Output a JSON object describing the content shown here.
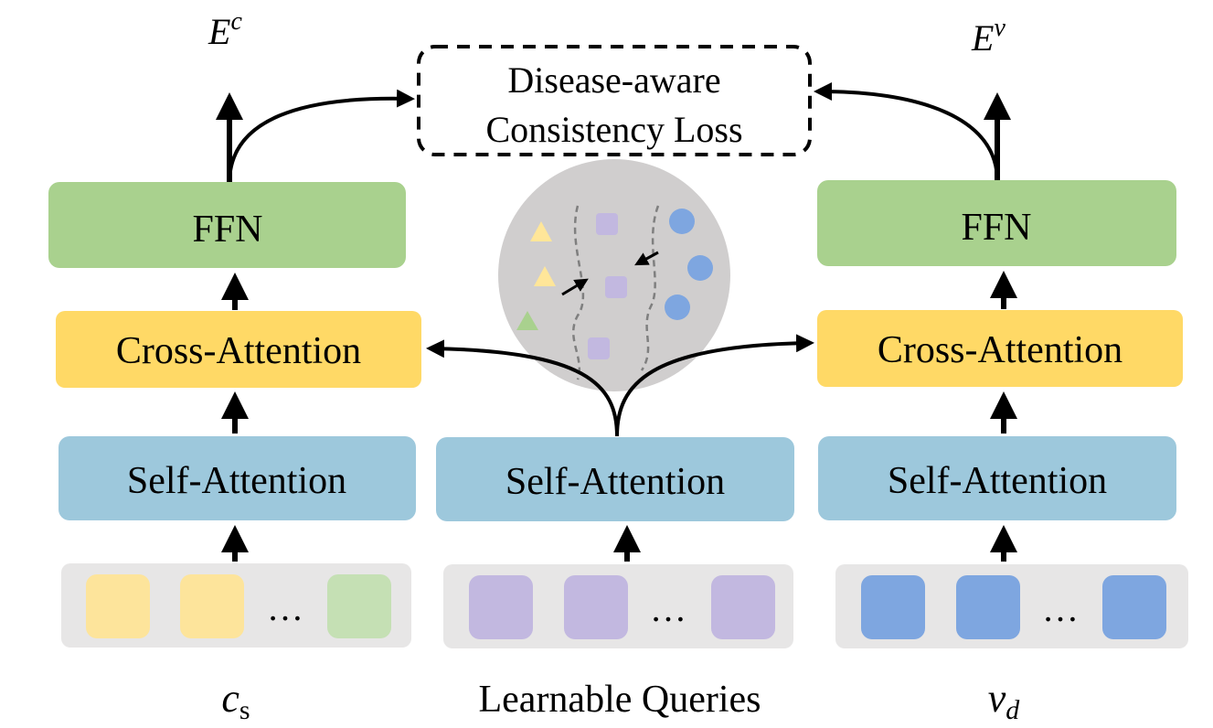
{
  "loss": {
    "line1": "Disease-aware",
    "line2": "Consistency Loss"
  },
  "left_column": {
    "output_symbol": "E",
    "output_superscript": "c",
    "ffn": "FFN",
    "cross_attention": "Cross-Attention",
    "self_attention": "Self-Attention",
    "ellipsis": "…",
    "input_label_main": "c",
    "input_label_sub": "s",
    "token_colors": [
      "#fde49b",
      "#fde49b",
      "#c5e0b4"
    ]
  },
  "middle_column": {
    "self_attention": "Self-Attention",
    "ellipsis": "…",
    "input_label": "Learnable Queries",
    "token_colors": [
      "#c2b8e0",
      "#c2b8e0",
      "#c2b8e0"
    ]
  },
  "right_column": {
    "output_symbol": "E",
    "output_superscript": "v",
    "ffn": "FFN",
    "cross_attention": "Cross-Attention",
    "self_attention": "Self-Attention",
    "ellipsis": "…",
    "input_label_main": "v",
    "input_label_sub": "d",
    "token_colors": [
      "#7ea6e0",
      "#7ea6e0",
      "#7ea6e0"
    ]
  },
  "colors": {
    "ffn": "#a9d18e",
    "cross_attention": "#ffd966",
    "self_attention": "#9dc8dc",
    "token_bar": "#e7e6e6",
    "embedding_circle": "#d0cece",
    "triangle_yellow": "#ffe699",
    "triangle_green": "#a9d18e",
    "square_purple": "#c2b8e0",
    "circle_blue": "#7ea6e0"
  },
  "icons": {
    "embedding_space": "embedding-space-icon"
  }
}
